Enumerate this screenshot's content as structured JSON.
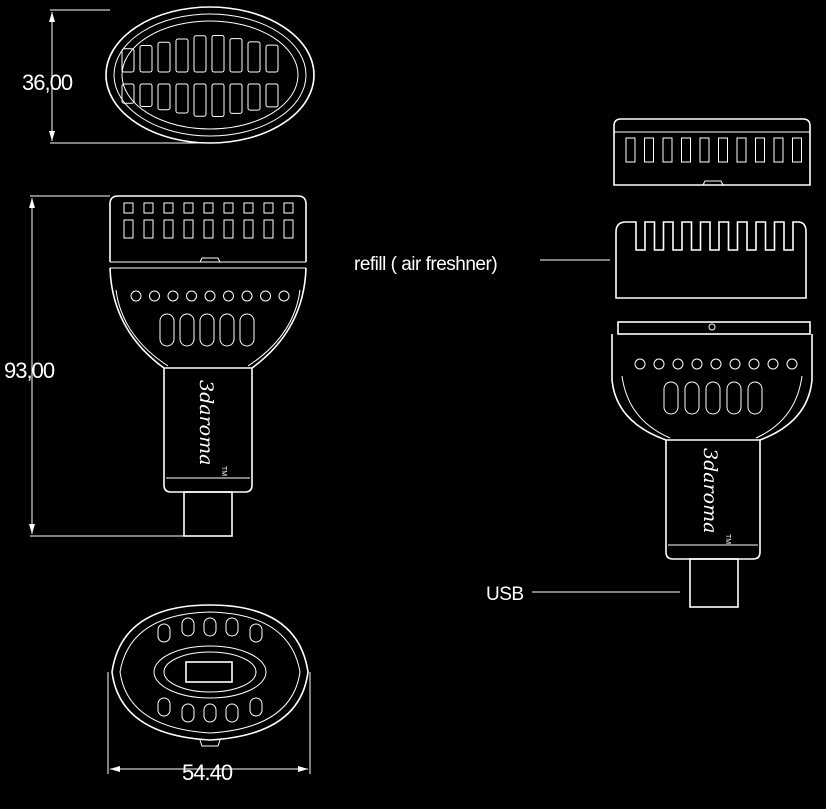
{
  "dimensions": {
    "top_height": "36,00",
    "body_height": "93,00",
    "bottom_width": "54.40"
  },
  "callouts": {
    "refill": "refill ( air freshner)",
    "usb": "USB"
  },
  "brand": {
    "name": "3daroma",
    "trademark": "TM"
  },
  "colors": {
    "background": "#000000",
    "line": "#ffffff"
  }
}
